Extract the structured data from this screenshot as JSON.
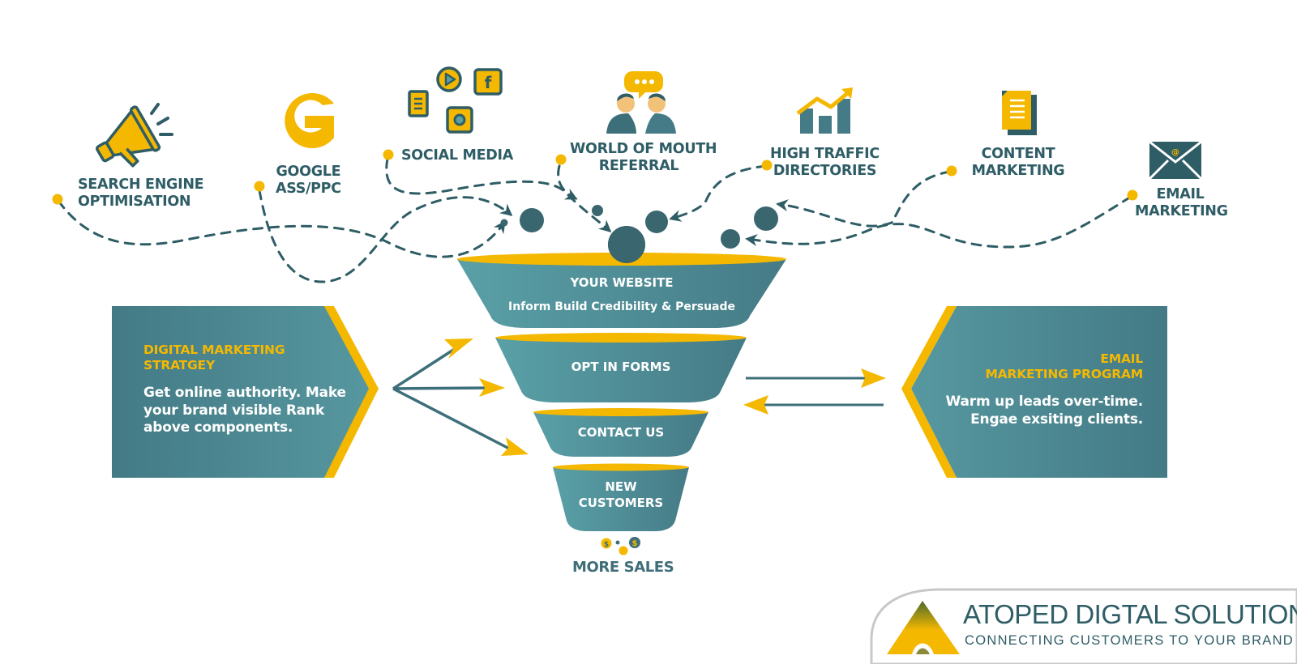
{
  "colors": {
    "teal": "#3d6f7a",
    "teal_dark": "#2f5d66",
    "teal_light": "#5a9fa6",
    "yellow": "#f5b800",
    "white": "#ffffff"
  },
  "sources": [
    {
      "id": "seo",
      "icon": "megaphone-icon",
      "lines": [
        "SEARCH ENGINE",
        "OPTIMISATION"
      ]
    },
    {
      "id": "google",
      "icon": "google-g-icon",
      "lines": [
        "GOOGLE",
        "ASS/PPC"
      ]
    },
    {
      "id": "social",
      "icon": "social-media-icons",
      "lines": [
        "SOCIAL MEDIA"
      ]
    },
    {
      "id": "referral",
      "icon": "people-talking-icon",
      "lines": [
        "WORLD OF MOUTH",
        "REFERRAL"
      ]
    },
    {
      "id": "directories",
      "icon": "growth-chart-icon",
      "lines": [
        "HIGH TRAFFIC",
        "DIRECTORIES"
      ]
    },
    {
      "id": "content",
      "icon": "document-icon",
      "lines": [
        "CONTENT",
        "MARKETING"
      ]
    },
    {
      "id": "email",
      "icon": "envelope-icon",
      "lines": [
        "EMAIL",
        "MARKETING"
      ]
    }
  ],
  "funnel": [
    {
      "title": "YOUR WEBSITE",
      "subtitle": "Inform Build Credibility & Persuade"
    },
    {
      "title": "OPT IN FORMS"
    },
    {
      "title": "CONTACT US"
    },
    {
      "title": "NEW",
      "title2": "CUSTOMERS"
    }
  ],
  "outcome": {
    "label": "MORE SALES",
    "icon": "dollar-coins-icon"
  },
  "left_panel": {
    "title_line1": "DIGITAL MARKETING",
    "title_line2": "STRATGEY",
    "body_line1": "Get online authority. Make",
    "body_line2": "your brand visible Rank",
    "body_line3": "above components."
  },
  "right_panel": {
    "title_line1": "EMAIL",
    "title_line2": "MARKETING PROGRAM",
    "body_line1": "Warm up leads over-time.",
    "body_line2": "Engae exsiting clients."
  },
  "brand": {
    "name": "ATOPED DIGTAL SOLUTION",
    "tagline": "CONNECTING CUSTOMERS TO YOUR BRAND"
  }
}
